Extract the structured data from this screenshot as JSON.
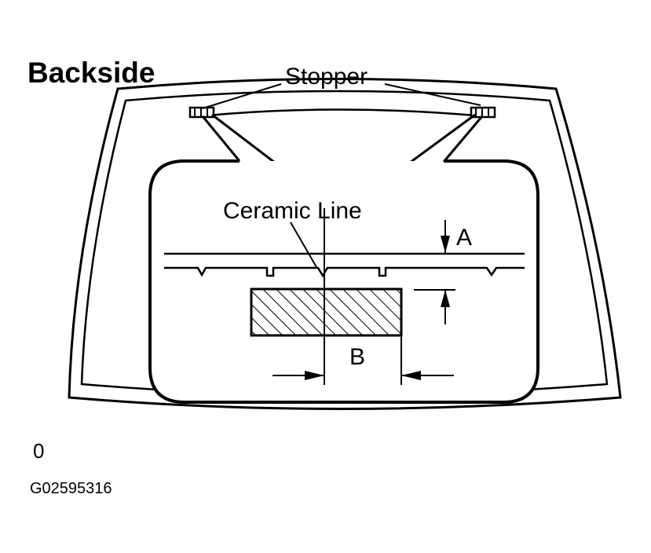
{
  "labels": {
    "title": "Backside",
    "stopper": "Stopper",
    "ceramic_line": "Ceramic Line",
    "dim_a": "A",
    "dim_b": "B",
    "page_mark": "0",
    "figure_code": "G02595316"
  },
  "colors": {
    "line": "#000000",
    "background": "#ffffff"
  }
}
